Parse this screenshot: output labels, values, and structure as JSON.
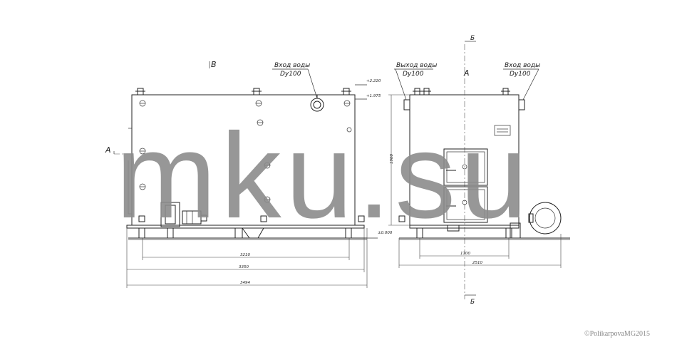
{
  "front_view": {
    "section_label": "А",
    "top_label": "В",
    "inlet_label": "Вход воды",
    "inlet_size": "Dy100",
    "level_top": "+2.220",
    "level_mid": "+1.975",
    "level_base": "±0.000",
    "dim_inner": "3210",
    "dim_mid": "3350",
    "dim_outer": "3494"
  },
  "side_view": {
    "section_label": "А",
    "cut_top": "Б",
    "cut_bottom": "Б",
    "outlet_label": "Выход воды",
    "outlet_size": "Dy100",
    "inlet_label": "Вход воды",
    "inlet_size": "Dy100",
    "dim_height": "1900",
    "dim_inner": "1700",
    "dim_outer": "2510"
  },
  "watermark": "mku.su",
  "copyright": "©PolikarpovaMG2015"
}
